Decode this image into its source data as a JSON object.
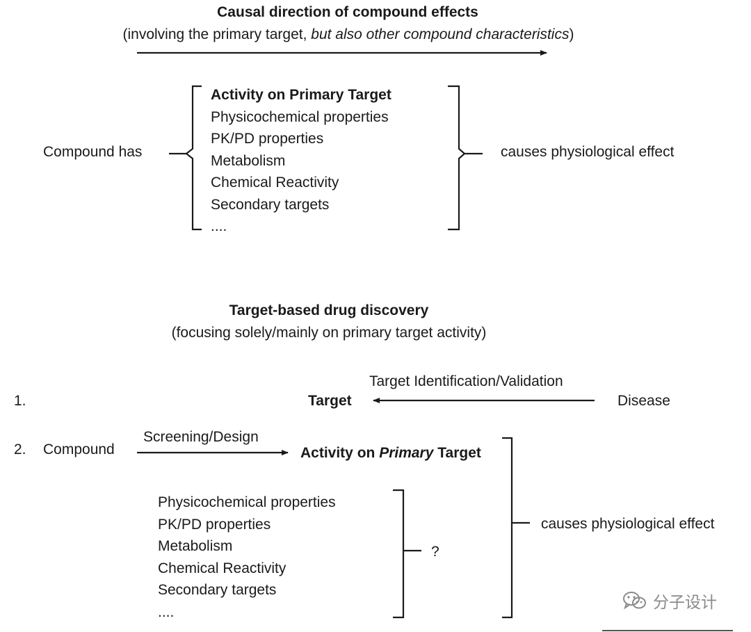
{
  "top": {
    "title": "Causal direction of compound effects",
    "subtitle_pre": "(involving the primary target, ",
    "subtitle_italic": "but also other compound characteristics",
    "subtitle_post": ")",
    "left_label": "Compound has",
    "right_label": "causes physiological effect",
    "items": [
      "Activity on Primary Target",
      "Physicochemical properties",
      "PK/PD properties",
      "Metabolism",
      "Chemical Reactivity",
      "Secondary targets",
      "...."
    ]
  },
  "bottom": {
    "title": "Target-based drug discovery",
    "subtitle": "(focusing solely/mainly on primary target activity)",
    "row1": {
      "number": "1.",
      "target": "Target",
      "arrow_label": "Target Identification/Validation",
      "disease": "Disease"
    },
    "row2": {
      "number": "2.",
      "compound": "Compound",
      "arrow_label": "Screening/Design",
      "activity_pre": "Activity on ",
      "activity_italic": "Primary",
      "activity_post": " Target"
    },
    "items": [
      "Physicochemical properties",
      "PK/PD properties",
      "Metabolism",
      "Chemical Reactivity",
      "Secondary targets",
      "...."
    ],
    "question": "?",
    "right_label": "causes physiological effect"
  },
  "watermark": {
    "text": "分子设计",
    "icon": "wechat-icon"
  }
}
